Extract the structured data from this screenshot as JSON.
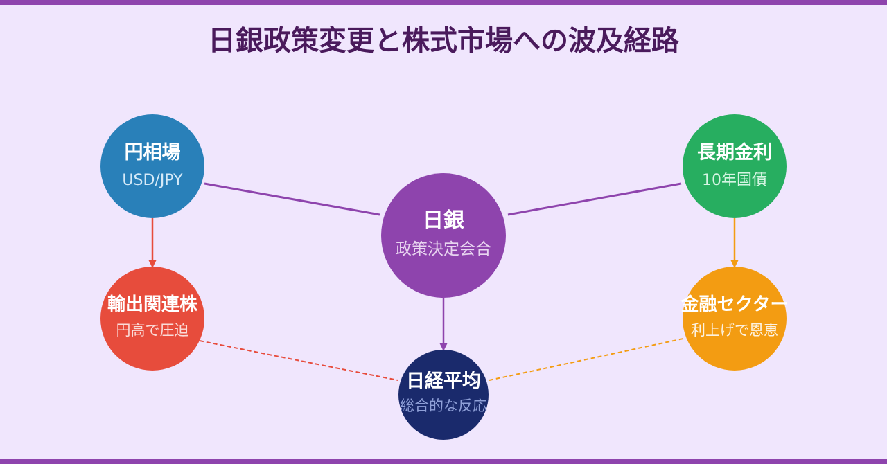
{
  "title": "日銀政策変更と株式市場への波及経路",
  "colors": {
    "background": "#f0e6fd",
    "accent": "#8e44ad",
    "boj": "#8e44ad",
    "fx": "#2980b9",
    "rates": "#27ae60",
    "exporters": "#e74c3c",
    "financials": "#f39c12",
    "nikkei": "#1a2a6c"
  },
  "nodes": {
    "boj": {
      "title": "日銀",
      "subtitle": "政策決定会合"
    },
    "fx": {
      "title": "円相場",
      "subtitle": "USD/JPY"
    },
    "rates": {
      "title": "長期金利",
      "subtitle": "10年国債"
    },
    "exporters": {
      "title": "輸出関連株",
      "subtitle": "円高で圧迫"
    },
    "financials": {
      "title": "金融セクター",
      "subtitle": "利上げで恩恵"
    },
    "nikkei": {
      "title": "日経平均",
      "subtitle": "総合的な反応"
    }
  }
}
